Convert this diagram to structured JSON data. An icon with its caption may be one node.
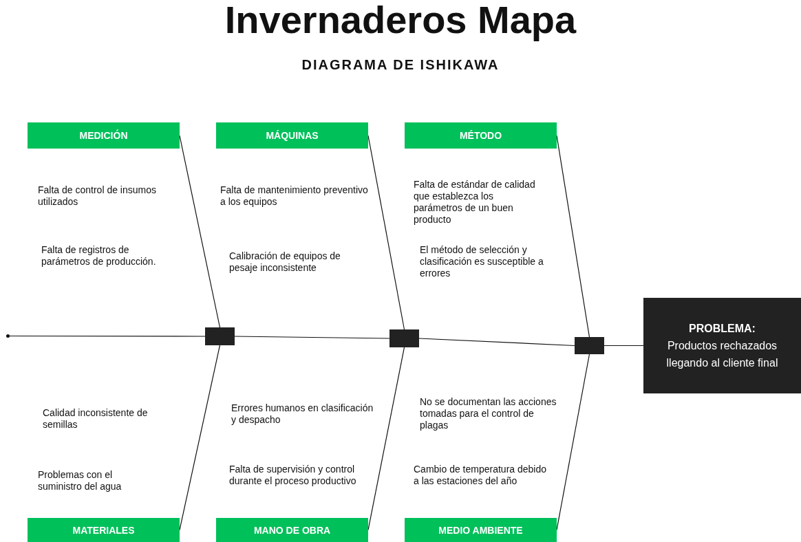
{
  "diagram": {
    "title": "Invernaderos Mapa",
    "nodes": [
      {
        "text": [
          "MEDICIÓN"
        ]
      },
      {
        "text": [
          "MÁQUINAS"
        ]
      },
      {
        "text": [
          "MÉTODO"
        ]
      },
      {
        "text": [],
        "shape": "circle"
      },
      {
        "text": [],
        "shape": "box"
      },
      {
        "text": [],
        "shape": "box"
      },
      {
        "text": [],
        "shape": "box"
      },
      {
        "text": [
          "PROBLEMA:",
          "Productos rechazados llegando al cliente final"
        ]
      },
      {
        "text": [
          "MATERIALES"
        ]
      },
      {
        "text": [
          "MANO DE OBRA"
        ]
      },
      {
        "text": [
          "MEDIO AMBIENTE"
        ]
      }
    ],
    "edges": [
      {
        "from": 3,
        "to": 4,
        "arrow": "none"
      },
      {
        "from": 4,
        "to": 5,
        "arrow": "none"
      },
      {
        "from": 5,
        "to": 6,
        "arrow": "none"
      },
      {
        "from": 6,
        "to": 7,
        "arrow": "none"
      },
      {
        "from": 0,
        "to": 4,
        "arrow": "none"
      },
      {
        "from": 1,
        "to": 5,
        "arrow": "none"
      },
      {
        "from": 2,
        "to": 6,
        "arrow": "none"
      },
      {
        "from": 8,
        "to": 4,
        "arrow": "none"
      },
      {
        "from": 9,
        "to": 5,
        "arrow": "none"
      },
      {
        "from": 10,
        "to": 6,
        "arrow": "none"
      }
    ],
    "labels": [
      "DIAGRAMA DE ISHIKAWA",
      "Falta de control de insumos utilizados",
      "Falta de mantenimiento preventivo a los equipos",
      "Falta de estándar de calidad que establezca los parámetros de un buen producto",
      "Falta de registros de parámetros de producción.",
      "Calibración de equipos de pesaje inconsistente",
      "El método de selección y clasificación es susceptible a errores",
      "Calidad inconsistente de semillas",
      "Errores humanos en clasificación y despacho",
      "No se documentan las acciones tomadas para el control de plagas",
      "Problemas con el suministro del agua",
      "Falta de supervisión y control durante el proceso productivo",
      "Cambio de temperatura debido a las estaciones del año"
    ]
  }
}
